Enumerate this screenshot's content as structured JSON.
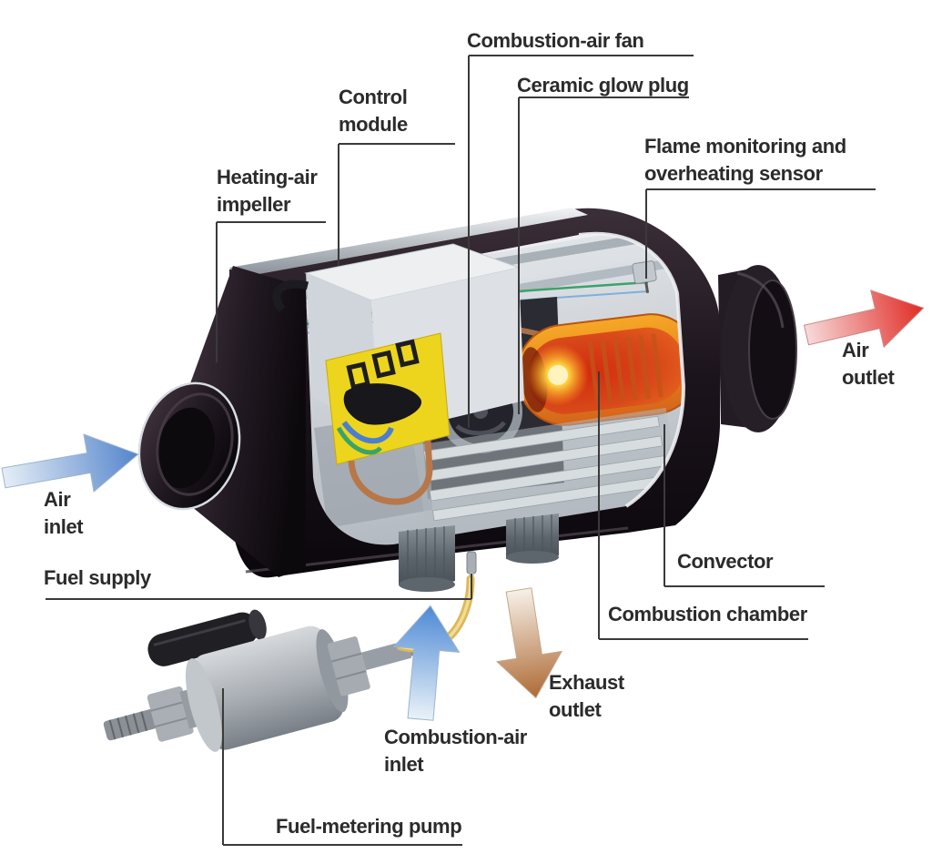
{
  "diagram": {
    "kind": "cutaway-diagram"
  },
  "labels": {
    "combustion_air_fan": {
      "lines": [
        "Combustion-air fan"
      ]
    },
    "ceramic_glow_plug": {
      "lines": [
        "Ceramic glow plug"
      ]
    },
    "control_module": {
      "lines": [
        "Control",
        "module"
      ]
    },
    "heating_air_impeller": {
      "lines": [
        "Heating-air",
        "impeller"
      ]
    },
    "flame_monitoring_sensor": {
      "lines": [
        "Flame monitoring and",
        "overheating sensor"
      ]
    },
    "air_outlet": {
      "lines": [
        "Air",
        "outlet"
      ]
    },
    "air_inlet": {
      "lines": [
        "Air",
        "inlet"
      ]
    },
    "fuel_supply": {
      "lines": [
        "Fuel supply"
      ]
    },
    "convector": {
      "lines": [
        "Convector"
      ]
    },
    "combustion_chamber": {
      "lines": [
        "Combustion chamber"
      ]
    },
    "exhaust_outlet": {
      "lines": [
        "Exhaust",
        "outlet"
      ]
    },
    "combustion_air_inlet": {
      "lines": [
        "Combustion-air",
        "inlet"
      ]
    },
    "fuel_metering_pump": {
      "lines": [
        "Fuel-metering pump"
      ]
    }
  },
  "colors": {
    "background": "#ffffff",
    "label_text": "#2b2b2b",
    "leader_line": "#3a3a3a",
    "air_inlet_arrow": "#5585cc",
    "air_outlet_arrow": "#e12b25",
    "combustion_air_arrow": "#4e89d6",
    "exhaust_arrow": "#ad6a35",
    "housing_dark": "#1a1218",
    "combustion_chamber_hot": "#e8681e",
    "glow_plug_glow": "#ffd23e",
    "connector_panel_yellow": "#ecd51c",
    "fuel_line_yellow": "#e2bf5e",
    "metal_silver": "#d8dce0"
  }
}
